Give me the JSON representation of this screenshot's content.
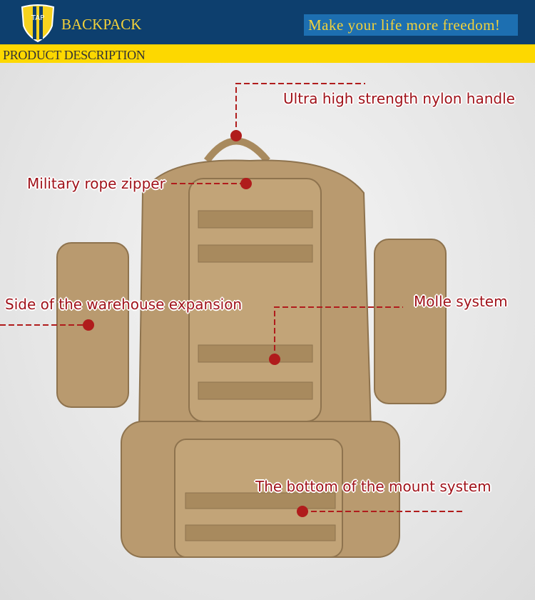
{
  "header": {
    "logo_text": "TAP",
    "brand": "BACKPACK",
    "slogan": "Make your life more freedom!"
  },
  "section": {
    "title": "PRODUCT DESCRIPTION"
  },
  "callouts": [
    {
      "label": "Ultra high strength nylon handle"
    },
    {
      "label": "Military rope zipper"
    },
    {
      "label": "Side of the warehouse expansion"
    },
    {
      "label": "Molle system"
    },
    {
      "label": "The bottom of the mount system"
    }
  ],
  "colors": {
    "header": "#0d3f6e",
    "band": "#fdd800",
    "accent": "#a0121a",
    "product": "#b99a6f"
  }
}
